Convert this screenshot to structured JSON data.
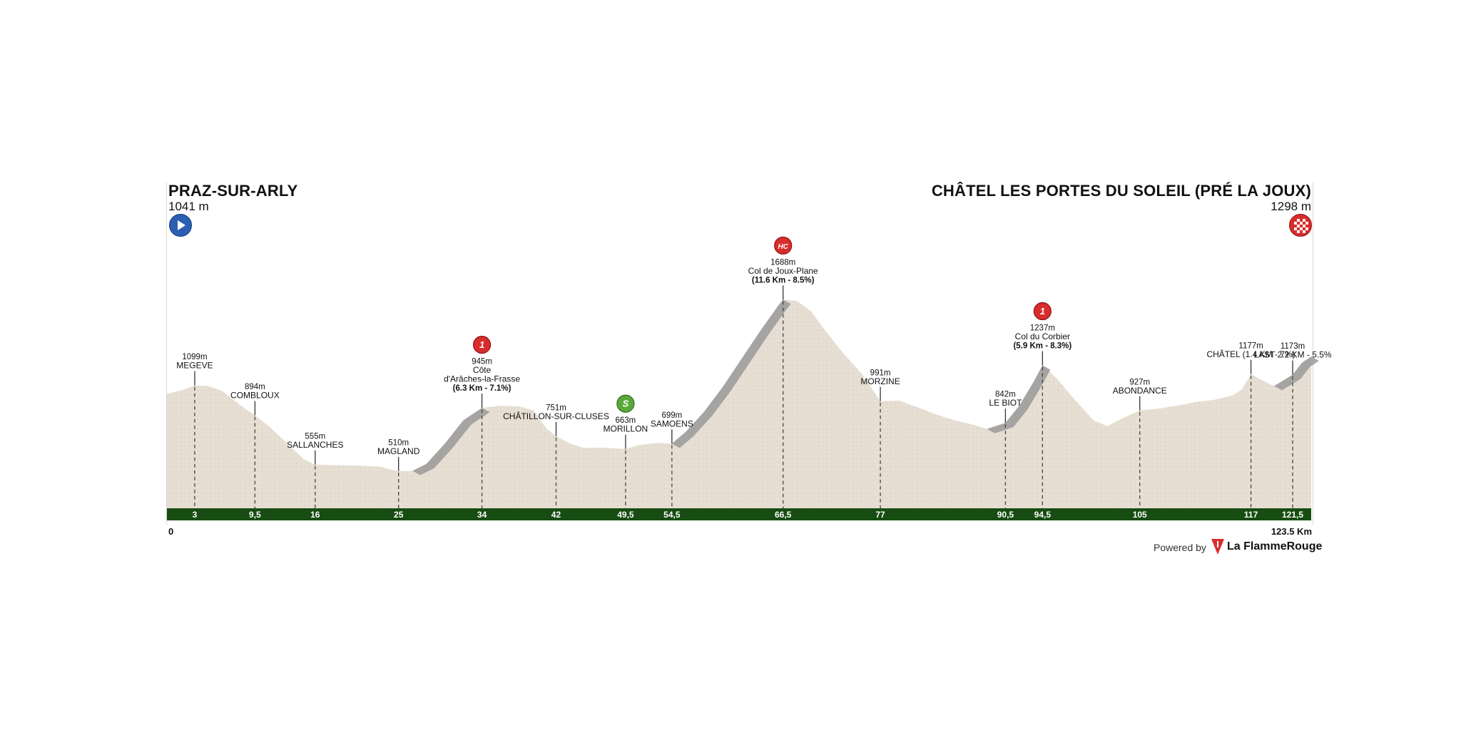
{
  "stage": {
    "start": {
      "name": "PRAZ-SUR-ARLY",
      "altitude": "1041 m"
    },
    "finish": {
      "name": "CHÂTEL LES PORTES DU SOLEIL (PRÉ LA JOUX)",
      "altitude": "1298 m"
    },
    "distance_start_label": "0",
    "distance_total_label": "123.5 Km"
  },
  "branding": {
    "powered_by": "Powered by",
    "brand": "La FlammeRouge"
  },
  "colors": {
    "profile_fill": "#e5ddd1",
    "profile_shade": "#9a9a9a",
    "distance_bar": "#174d12",
    "climb_badge": "#d92c2c",
    "sprint_badge": "#5aa83a",
    "start_badge": "#2c5fb2"
  },
  "chart_data": {
    "type": "area",
    "title": "",
    "xlabel": "",
    "ylabel": "",
    "x_unit": "km",
    "y_unit": "m",
    "xlim": [
      0,
      123.5
    ],
    "ylim": [
      400,
      1800
    ],
    "profile": [
      [
        0,
        1041
      ],
      [
        1.5,
        1065
      ],
      [
        3,
        1099
      ],
      [
        4.5,
        1095
      ],
      [
        6,
        1060
      ],
      [
        8,
        960
      ],
      [
        9.5,
        894
      ],
      [
        11,
        820
      ],
      [
        13,
        700
      ],
      [
        14.8,
        590
      ],
      [
        16,
        555
      ],
      [
        18,
        552
      ],
      [
        21,
        548
      ],
      [
        23,
        540
      ],
      [
        25,
        510
      ],
      [
        26.5,
        512
      ],
      [
        28,
        560
      ],
      [
        30,
        700
      ],
      [
        32,
        860
      ],
      [
        34,
        945
      ],
      [
        36,
        960
      ],
      [
        38,
        955
      ],
      [
        39.5,
        930
      ],
      [
        41,
        800
      ],
      [
        42,
        751
      ],
      [
        43.5,
        700
      ],
      [
        45,
        670
      ],
      [
        47,
        672
      ],
      [
        49.5,
        663
      ],
      [
        51,
        690
      ],
      [
        53,
        705
      ],
      [
        54.5,
        699
      ],
      [
        56,
        780
      ],
      [
        58,
        920
      ],
      [
        60,
        1090
      ],
      [
        62,
        1280
      ],
      [
        64,
        1470
      ],
      [
        66,
        1650
      ],
      [
        66.5,
        1688
      ],
      [
        68,
        1680
      ],
      [
        69.5,
        1610
      ],
      [
        71,
        1480
      ],
      [
        73,
        1320
      ],
      [
        75,
        1180
      ],
      [
        77,
        991
      ],
      [
        79,
        995
      ],
      [
        81,
        950
      ],
      [
        83,
        900
      ],
      [
        85,
        860
      ],
      [
        87,
        830
      ],
      [
        88.5,
        800
      ],
      [
        90.5,
        842
      ],
      [
        92,
        960
      ],
      [
        93.5,
        1120
      ],
      [
        94.5,
        1237
      ],
      [
        96,
        1150
      ],
      [
        98,
        1000
      ],
      [
        100,
        860
      ],
      [
        101.5,
        820
      ],
      [
        103,
        870
      ],
      [
        105,
        927
      ],
      [
        107,
        940
      ],
      [
        109,
        960
      ],
      [
        111,
        985
      ],
      [
        113,
        1000
      ],
      [
        115,
        1030
      ],
      [
        116,
        1070
      ],
      [
        117,
        1177
      ],
      [
        118,
        1140
      ],
      [
        119.5,
        1095
      ],
      [
        121.5,
        1173
      ],
      [
        122.5,
        1255
      ],
      [
        123.5,
        1298
      ]
    ],
    "shaded_climbs": [
      [
        26.5,
        34
      ],
      [
        54.5,
        66.5
      ],
      [
        88.5,
        94.5
      ],
      [
        119.5,
        123.5
      ]
    ],
    "distance_ticks": [
      "3",
      "9,5",
      "16",
      "25",
      "34",
      "42",
      "49,5",
      "54,5",
      "66,5",
      "77",
      "90,5",
      "94,5",
      "105",
      "117",
      "121,5"
    ],
    "points": [
      {
        "km": 3,
        "alt_label": "1099m",
        "lines": [
          "MEGEVE"
        ],
        "bold": "",
        "badge": ""
      },
      {
        "km": 9.5,
        "alt_label": "894m",
        "lines": [
          "COMBLOUX"
        ],
        "bold": "",
        "badge": ""
      },
      {
        "km": 16,
        "alt_label": "555m",
        "lines": [
          "SALLANCHES"
        ],
        "bold": "",
        "badge": ""
      },
      {
        "km": 25,
        "alt_label": "510m",
        "lines": [
          "MAGLAND"
        ],
        "bold": "",
        "badge": ""
      },
      {
        "km": 34,
        "alt_label": "945m",
        "lines": [
          "Côte",
          "d'Arâches-la-Frasse"
        ],
        "bold": "(6.3 Km - 7.1%)",
        "badge": "climb"
      },
      {
        "km": 42,
        "alt_label": "751m",
        "lines": [
          "CHÂTILLON-SUR-CLUSES"
        ],
        "bold": "",
        "badge": ""
      },
      {
        "km": 49.5,
        "alt_label": "663m",
        "lines": [
          "MORILLON"
        ],
        "bold": "",
        "badge": "sprint"
      },
      {
        "km": 54.5,
        "alt_label": "699m",
        "lines": [
          "SAMOENS"
        ],
        "bold": "",
        "badge": ""
      },
      {
        "km": 66.5,
        "alt_label": "1688m",
        "lines": [
          "Col de Joux-Plane"
        ],
        "bold": "(11.6 Km - 8.5%)",
        "badge": "hc"
      },
      {
        "km": 77,
        "alt_label": "991m",
        "lines": [
          "MORZINE"
        ],
        "bold": "",
        "badge": ""
      },
      {
        "km": 90.5,
        "alt_label": "842m",
        "lines": [
          "LE BIOT"
        ],
        "bold": "",
        "badge": ""
      },
      {
        "km": 94.5,
        "alt_label": "1237m",
        "lines": [
          "Col du Corbier"
        ],
        "bold": "(5.9 Km - 8.3%)",
        "badge": "climb"
      },
      {
        "km": 105,
        "alt_label": "927m",
        "lines": [
          "ABONDANCE"
        ],
        "bold": "",
        "badge": ""
      },
      {
        "km": 117,
        "alt_label": "1177m",
        "lines": [
          "CHÂTEL (1.4 KM - 7%)"
        ],
        "bold": "",
        "badge": ""
      },
      {
        "km": 121.5,
        "alt_label": "1173m",
        "lines": [
          "LAST 2.2 KM - 5.5%"
        ],
        "bold": "",
        "badge": ""
      }
    ],
    "badge_texts": {
      "climb": "1",
      "hc": "HC",
      "sprint": "S"
    }
  }
}
